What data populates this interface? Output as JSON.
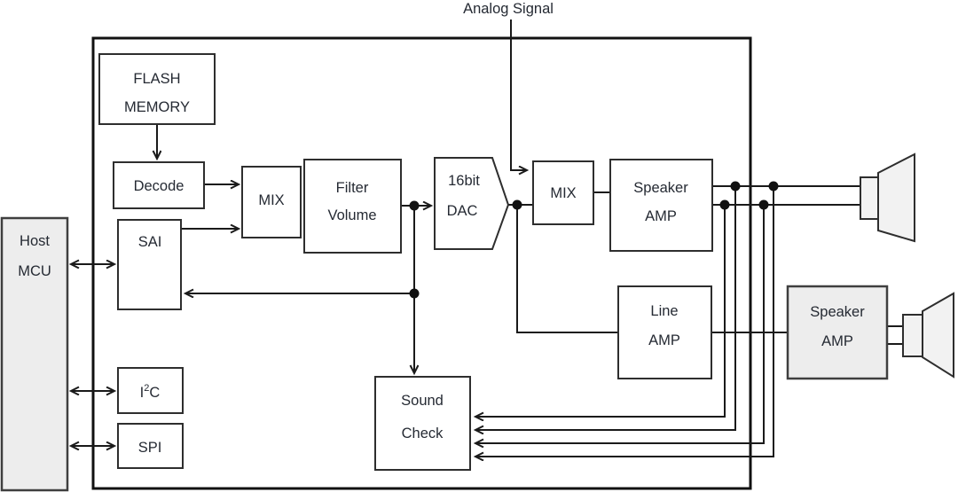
{
  "annotation": {
    "analog_signal": "Analog Signal"
  },
  "nodes": {
    "flash_memory": {
      "line1": "FLASH",
      "line2": "MEMORY"
    },
    "decode": {
      "label": "Decode"
    },
    "sai": {
      "label": "SAI"
    },
    "mix_digital": {
      "label": "MIX"
    },
    "filter_volume": {
      "line1": "Filter",
      "line2": "Volume"
    },
    "dac": {
      "line1": "16bit",
      "line2": "DAC"
    },
    "mix_analog": {
      "label": "MIX"
    },
    "speaker_amp_internal": {
      "line1": "Speaker",
      "line2": "AMP"
    },
    "line_amp": {
      "line1": "Line",
      "line2": "AMP"
    },
    "sound_check": {
      "line1": "Sound",
      "line2": "Check"
    },
    "i2c": {
      "base": "I",
      "sup": "2",
      "tail": "C"
    },
    "spi": {
      "label": "SPI"
    },
    "host_mcu": {
      "line1": "Host",
      "line2": "MCU"
    },
    "speaker_amp_external": {
      "line1": "Speaker",
      "line2": "AMP"
    }
  },
  "colors": {
    "line": "#1a1a1a",
    "box_border": "#2e2e2e",
    "box_fill": "#ffffff",
    "gray_fill": "#ededed",
    "speaker_fill": "#f2f2f2",
    "text": "#252a33",
    "background": "#ffffff"
  }
}
